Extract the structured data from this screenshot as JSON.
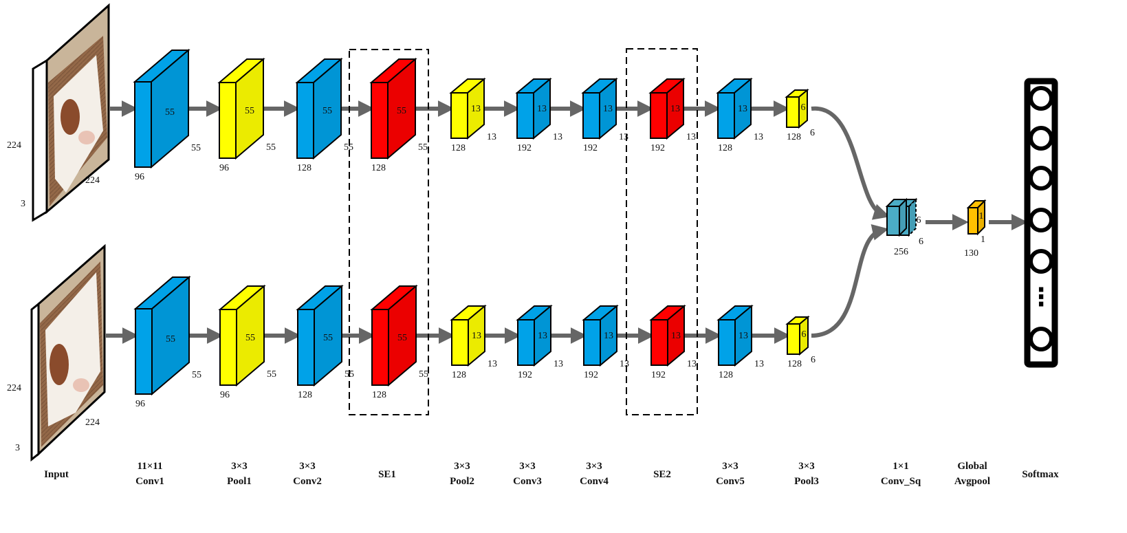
{
  "colors": {
    "conv": "#00A2E8",
    "pool": "#FFFF00",
    "se": "#FF0000",
    "conv_sq": "#4BACC6",
    "avgpool": "#FFC000",
    "arrow": "#666666"
  },
  "input": {
    "height_label": "224",
    "width_label": "224",
    "channels_label": "3"
  },
  "branch_blocks": [
    {
      "type": "conv",
      "inner": "55",
      "side": "55",
      "depth": "96"
    },
    {
      "type": "pool",
      "inner": "55",
      "side": "55",
      "depth": "96"
    },
    {
      "type": "conv",
      "inner": "55",
      "side": "55",
      "depth": "128"
    },
    {
      "type": "se",
      "inner": "55",
      "side": "55",
      "depth": "128"
    },
    {
      "type": "pool",
      "inner": "13",
      "side": "13",
      "depth": "128"
    },
    {
      "type": "conv",
      "inner": "13",
      "side": "13",
      "depth": "192"
    },
    {
      "type": "conv",
      "inner": "13",
      "side": "13",
      "depth": "192"
    },
    {
      "type": "se",
      "inner": "13",
      "side": "13",
      "depth": "192"
    },
    {
      "type": "conv",
      "inner": "13",
      "side": "13",
      "depth": "128"
    },
    {
      "type": "pool",
      "inner": "6",
      "side": "6",
      "depth": "128"
    }
  ],
  "conv_sq": {
    "inner": "6",
    "side": "6",
    "depth": "256"
  },
  "avgpool": {
    "inner": "1",
    "side": "1",
    "depth": "130"
  },
  "captions": [
    {
      "line1": "Input",
      "line2": ""
    },
    {
      "line1": "11×11",
      "line2": "Conv1"
    },
    {
      "line1": "3×3",
      "line2": "Pool1"
    },
    {
      "line1": "3×3",
      "line2": "Conv2"
    },
    {
      "line1": "SE1",
      "line2": ""
    },
    {
      "line1": "3×3",
      "line2": "Pool2"
    },
    {
      "line1": "3×3",
      "line2": "Conv3"
    },
    {
      "line1": "3×3",
      "line2": "Conv4"
    },
    {
      "line1": "SE2",
      "line2": ""
    },
    {
      "line1": "3×3",
      "line2": "Conv5"
    },
    {
      "line1": "3×3",
      "line2": "Pool3"
    },
    {
      "line1": "1×1",
      "line2": "Conv_Sq"
    },
    {
      "line1": "Global",
      "line2": "Avgpool"
    },
    {
      "line1": "Softmax",
      "line2": ""
    }
  ],
  "softmax": {
    "node_count": 6,
    "ellipsis": "⋮"
  }
}
